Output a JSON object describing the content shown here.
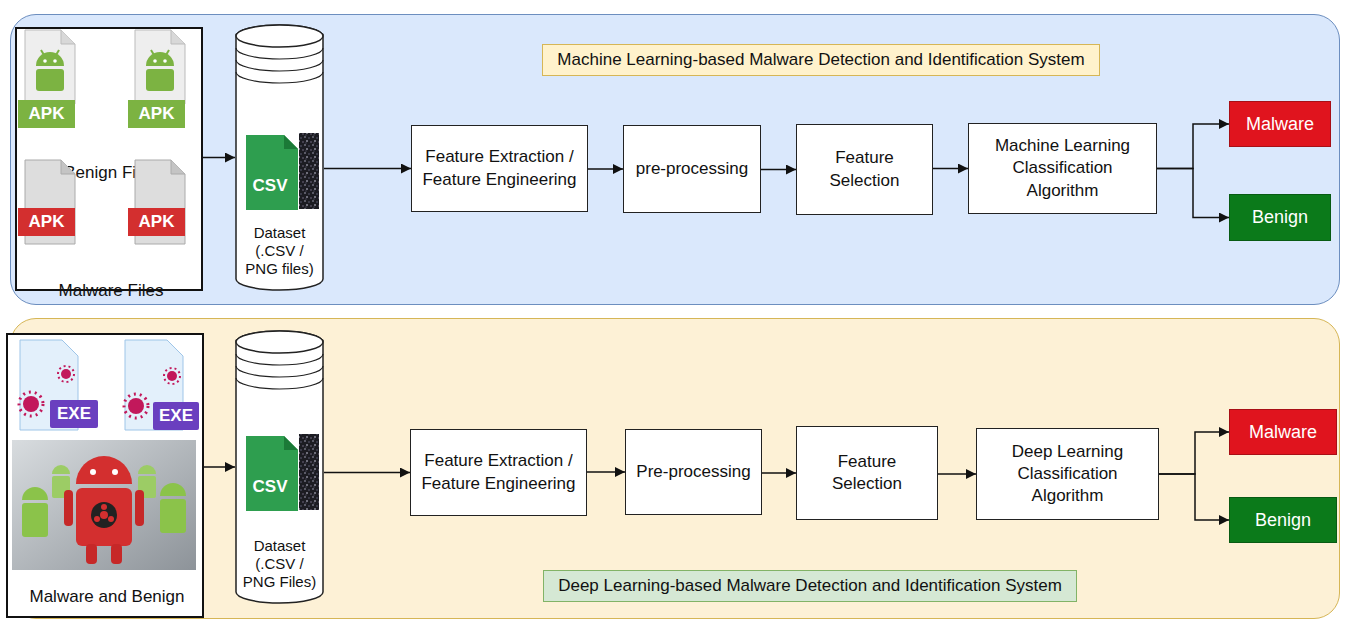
{
  "diagram": {
    "nodes": [
      {
        "text": [
          "Machine Learning-based Malware Detection and Identification System"
        ]
      },
      {
        "text": [
          "Benign Files",
          "Malware Files"
        ],
        "in": 0
      },
      {
        "text": [
          "Dataset (.CSV / PNG files)"
        ],
        "in": 0
      },
      {
        "text": [
          "Feature Extraction / Feature Engineering"
        ],
        "in": 0
      },
      {
        "text": [
          "pre-processing"
        ],
        "in": 0
      },
      {
        "text": [
          "Feature Selection"
        ],
        "in": 0
      },
      {
        "text": [
          "Machine Learning Classification Algorithm"
        ],
        "in": 0
      },
      {
        "text": [
          "Malware"
        ],
        "in": 0
      },
      {
        "text": [
          "Benign"
        ],
        "in": 0
      },
      {
        "text": [
          "Deep Learning-based Malware Detection and Identification System"
        ]
      },
      {
        "text": [
          "Malware and Benign"
        ],
        "in": 9
      },
      {
        "text": [
          "Dataset (.CSV / PNG Files)"
        ],
        "in": 9
      },
      {
        "text": [
          "Feature Extraction / Feature Engineering"
        ],
        "in": 9
      },
      {
        "text": [
          "Pre-processing"
        ],
        "in": 9
      },
      {
        "text": [
          "Feature Selection"
        ],
        "in": 9
      },
      {
        "text": [
          "Deep Learning Classification Algorithm"
        ],
        "in": 9
      },
      {
        "text": [
          "Malware"
        ],
        "in": 9
      },
      {
        "text": [
          "Benign"
        ],
        "in": 9
      }
    ],
    "edges": [
      {
        "from": 1,
        "to": 2,
        "arrow": "to"
      },
      {
        "from": 2,
        "to": 3,
        "arrow": "to"
      },
      {
        "from": 3,
        "to": 4,
        "arrow": "to"
      },
      {
        "from": 4,
        "to": 5,
        "arrow": "to"
      },
      {
        "from": 5,
        "to": 6,
        "arrow": "to"
      },
      {
        "from": 6,
        "to": 7,
        "arrow": "to"
      },
      {
        "from": 6,
        "to": 8,
        "arrow": "to"
      },
      {
        "from": 10,
        "to": 11,
        "arrow": "to"
      },
      {
        "from": 11,
        "to": 12,
        "arrow": "to"
      },
      {
        "from": 12,
        "to": 13,
        "arrow": "to"
      },
      {
        "from": 13,
        "to": 14,
        "arrow": "to"
      },
      {
        "from": 14,
        "to": 15,
        "arrow": "to"
      },
      {
        "from": 15,
        "to": 16,
        "arrow": "to"
      },
      {
        "from": 15,
        "to": 17,
        "arrow": "to"
      }
    ],
    "labels": [
      "APK",
      "APK",
      "APK",
      "APK",
      "CSV",
      "EXE",
      "EXE",
      "CSV"
    ]
  }
}
